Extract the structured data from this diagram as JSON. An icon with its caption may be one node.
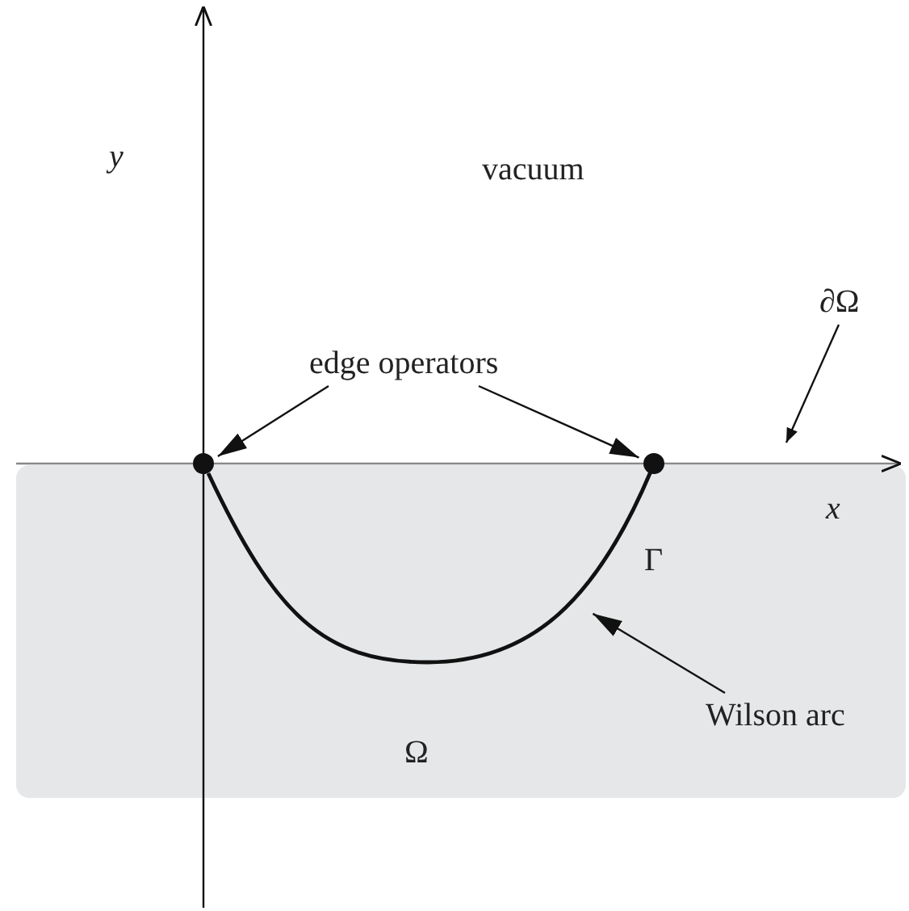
{
  "diagram": {
    "nodes": [
      {
        "text": [
          "edge operators"
        ]
      },
      {
        "text": [],
        "shape": "circle"
      },
      {
        "text": [],
        "shape": "circle"
      },
      {
        "text": [
          "∂Ω"
        ]
      },
      {
        "text": [
          "Wilson arc"
        ]
      },
      {
        "text": [],
        "shape": "curve"
      }
    ],
    "edges": [
      {
        "from": 0,
        "to": 1,
        "arrow": "to"
      },
      {
        "from": 0,
        "to": 2,
        "arrow": "to"
      },
      {
        "from": 3,
        "to": null,
        "arrow": "to"
      },
      {
        "from": 4,
        "to": 5,
        "arrow": "to"
      }
    ],
    "labels": [
      "y",
      "vacuum",
      "x",
      "Γ",
      "Ω"
    ]
  }
}
